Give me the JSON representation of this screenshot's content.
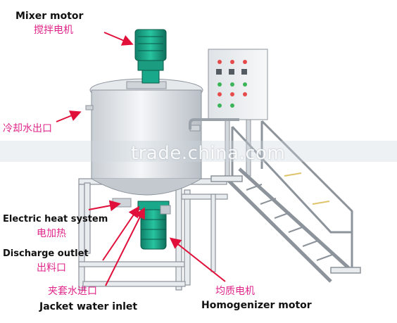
{
  "labels": {
    "mixer_motor_en": "Mixer motor",
    "mixer_motor_cn": "搅拌电机",
    "cooling_outlet_cn": "冷却水出口",
    "electric_heat_en": "Electric heat system",
    "electric_heat_cn": "电加热",
    "discharge_en": "Discharge outlet",
    "discharge_cn": "出料口",
    "jacket_inlet_cn": "夹套水进口",
    "jacket_inlet_en": "Jacket water inlet",
    "homogenizer_cn": "均质电机",
    "homogenizer_en": "Homogenizer motor"
  },
  "watermark": "trade.china.com",
  "colors": {
    "label_en": "#111111",
    "label_cn": "#e0258a",
    "arrow": "#e0103a",
    "motor": "#1aa88a",
    "steel": "#d9dde2"
  }
}
